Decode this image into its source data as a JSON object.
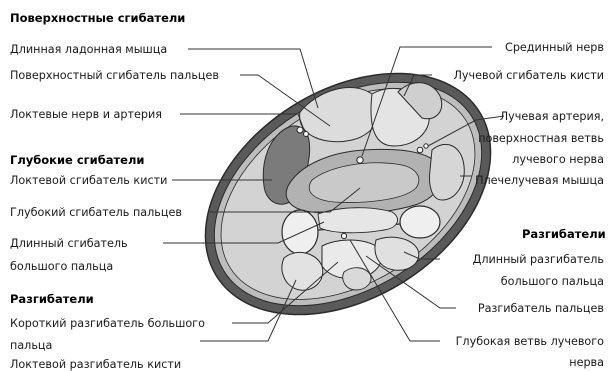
{
  "groups": {
    "superficial_flexors": "Поверхностные сгибатели",
    "deep_flexors": "Глубокие сгибатели",
    "extensors_left": "Разгибатели",
    "extensors_right": "Разгибатели"
  },
  "left_labels": {
    "palmaris_longus": "Длинная ладонная мышца",
    "fds": "Поверхностный сгибатель пальцев",
    "ulnar_nerve_artery": "Локтевые нерв и артерия",
    "fcu": "Локтевой сгибатель кисти",
    "fdp": "Глубокий сгибатель пальцев",
    "fpl_line1": "Длинный сгибатель",
    "fpl_line2": "большого пальца",
    "epb_line1": "Короткий разгибатель большого",
    "epb_line2": "пальца",
    "ecu": "Локтевой разгибатель кисти"
  },
  "right_labels": {
    "median_nerve": "Срединный нерв",
    "fcr": "Лучевой сгибатель кисти",
    "radial_artery_line1": "Лучевая артерия,",
    "radial_artery_line2": "поверхностная ветвь",
    "radial_artery_line3": "лучевого нерва",
    "brachioradialis": "Плечелучевая мышца",
    "epl_line1": "Длинный разгибатель",
    "epl_line2": "большого пальца",
    "ed": "Разгибатель пальцев",
    "deep_radial_line1": "Глубокая ветвь лучевого",
    "deep_radial_line2": "нерва"
  },
  "colors": {
    "skin_band": "#5a5a5a",
    "tissue": "#bdbdbd",
    "muscle_light": "#dcdcdc",
    "muscle_mid": "#c9c9c9",
    "muscle_dark": "#7b7b7b",
    "outline": "#2b2b2b",
    "leader": "#333333"
  }
}
